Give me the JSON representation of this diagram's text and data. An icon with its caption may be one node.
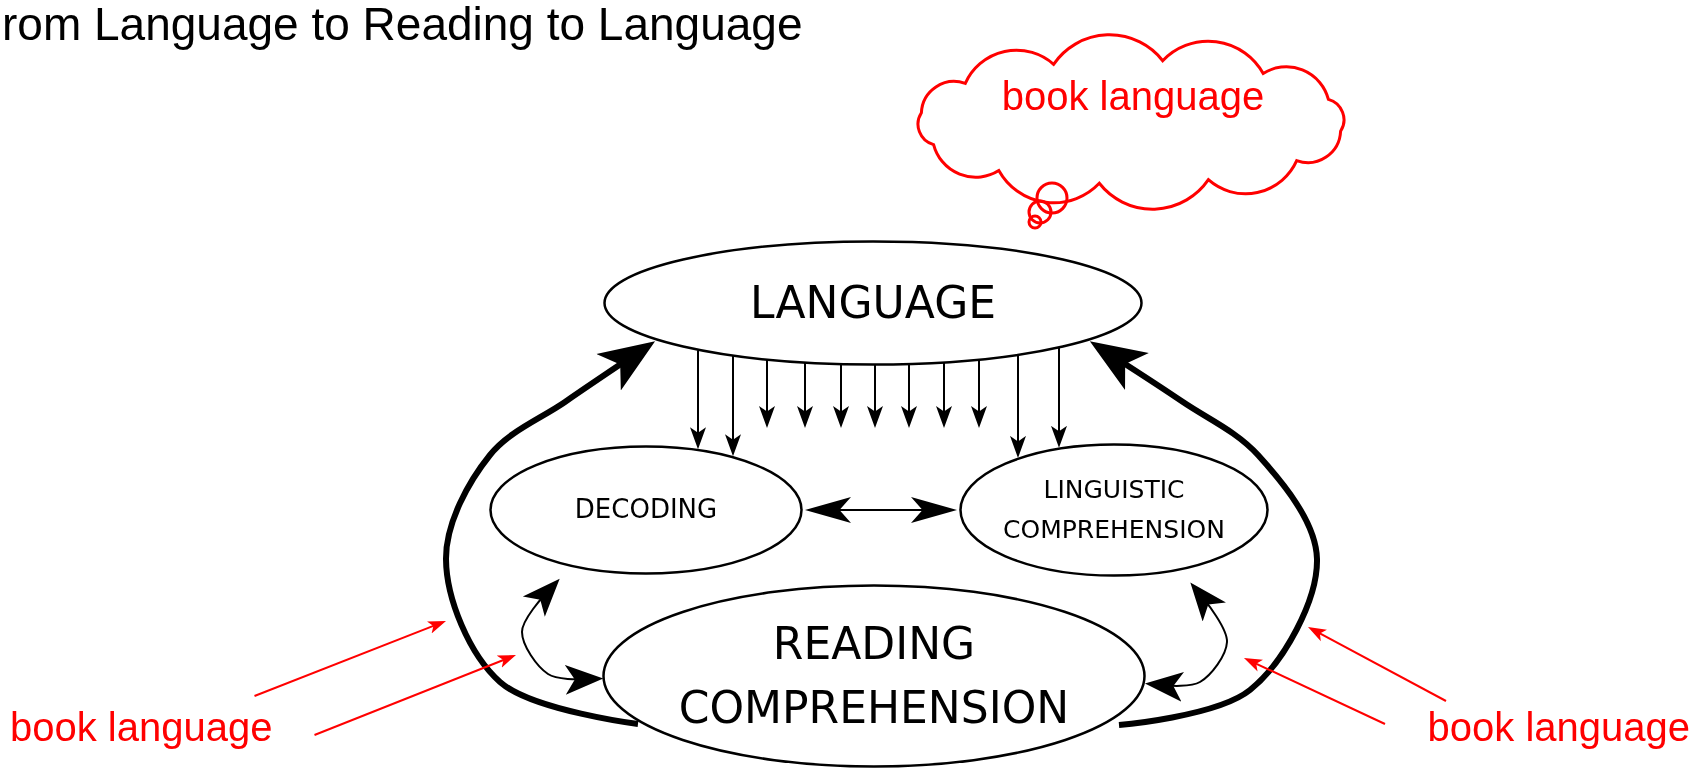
{
  "diagram": {
    "title": "rom Language to Reading to Language",
    "nodes": [
      {
        "text": [
          "book language"
        ]
      },
      {
        "text": [
          "LANGUAGE"
        ]
      },
      {
        "text": [
          "DECODING"
        ]
      },
      {
        "text": [
          "LINGUISTIC COMPREHENSION"
        ]
      },
      {
        "text": [
          "READING COMPREHENSION"
        ]
      },
      {
        "text": [
          "book language"
        ]
      },
      {
        "text": [
          "book language"
        ]
      }
    ],
    "edges": [
      {
        "from": 1,
        "to": 2,
        "arrow": "to"
      },
      {
        "from": 1,
        "to": 2,
        "arrow": "to"
      },
      {
        "from": 1,
        "to": null,
        "arrow": "to"
      },
      {
        "from": 1,
        "to": null,
        "arrow": "to"
      },
      {
        "from": 1,
        "to": null,
        "arrow": "to"
      },
      {
        "from": 1,
        "to": null,
        "arrow": "to"
      },
      {
        "from": 1,
        "to": null,
        "arrow": "to"
      },
      {
        "from": 1,
        "to": null,
        "arrow": "to"
      },
      {
        "from": 1,
        "to": null,
        "arrow": "to"
      },
      {
        "from": 1,
        "to": 3,
        "arrow": "to"
      },
      {
        "from": 1,
        "to": 3,
        "arrow": "to"
      },
      {
        "from": 2,
        "to": 3,
        "arrow": "both"
      },
      {
        "from": 4,
        "to": 1,
        "arrow": "to",
        "style": "thick"
      },
      {
        "from": 4,
        "to": 1,
        "arrow": "to",
        "style": "thick"
      },
      {
        "from": 2,
        "to": 4,
        "arrow": "both"
      },
      {
        "from": 3,
        "to": 4,
        "arrow": "both"
      },
      {
        "from": 5,
        "to": null,
        "arrow": "to",
        "color": "#ff0000"
      },
      {
        "from": 5,
        "to": null,
        "arrow": "to",
        "color": "#ff0000"
      },
      {
        "from": 6,
        "to": null,
        "arrow": "to",
        "color": "#ff0000"
      },
      {
        "from": 6,
        "to": null,
        "arrow": "to",
        "color": "#ff0000"
      }
    ]
  }
}
